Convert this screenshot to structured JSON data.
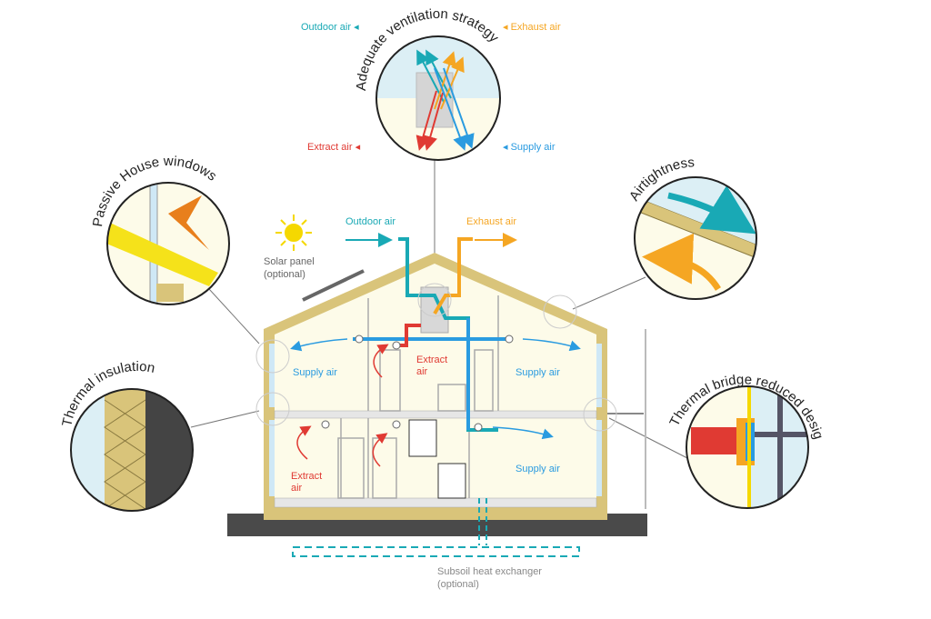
{
  "colors": {
    "outdoor": "#19a9b5",
    "exhaust": "#f5a623",
    "extract": "#e03a33",
    "supply": "#2a9be0",
    "wall": "#d9c47a",
    "interior": "#fdfbe9",
    "ground": "#4a4a4a",
    "gray": "#888888"
  },
  "ventilation": {
    "title": "Adequate ventilation strategy",
    "outdoor": "Outdoor air ◂",
    "exhaust": "◂ Exhaust air",
    "extract": "Extract air ◂",
    "supply": "◂ Supply air"
  },
  "circles": {
    "windows": "Passive House windows",
    "airtightness": "Airtightness",
    "insulation": "Thermal insulation",
    "thermal_bridge": "Thermal bridge reduced design"
  },
  "house": {
    "outdoor_air": "Outdoor air",
    "exhaust_air": "Exhaust air",
    "solar_line1": "Solar panel",
    "solar_line2": "(optional)",
    "supply_upper_left": "Supply air",
    "extract_upper_line1": "Extract",
    "extract_upper_line2": "air",
    "supply_upper_right": "Supply air",
    "extract_lower_line1": "Extract",
    "extract_lower_line2": "air",
    "supply_lower_right": "Supply air",
    "subsoil_line1": "Subsoil heat exchanger",
    "subsoil_line2": "(optional)"
  }
}
